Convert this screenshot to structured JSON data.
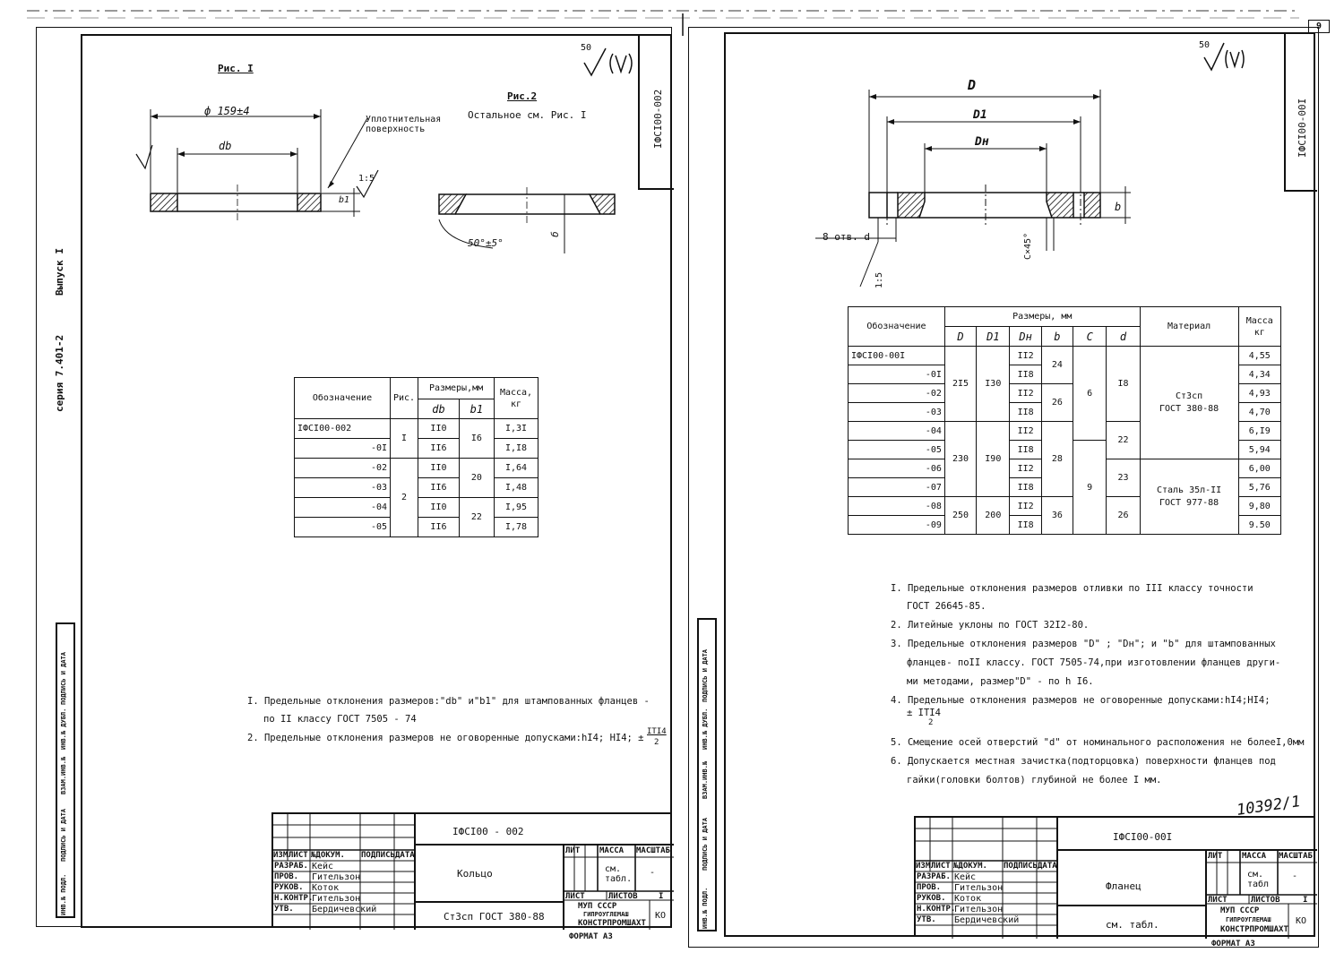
{
  "page_number": "9",
  "left_sheet": {
    "side_series": "серия 7.401-2",
    "side_issue": "Выпуск I",
    "doc_code_box": "IФСI00-002",
    "roughness": "50",
    "fig1_title": "Рис. I",
    "fig1_dim_outer": "ф 159±4",
    "fig1_dim_inner": "db",
    "fig1_dim_b": "b1",
    "fig1_note_surface": "Уплотнительная поверхность",
    "fig1_slope": "1:5",
    "fig2_title": "Рис.2",
    "fig2_subtitle": "Остальное см. Рис. I",
    "fig2_angle": "50°±5°",
    "fig2_b": "б",
    "table": {
      "h_designation": "Обозначение",
      "h_fig": "Рис.",
      "h_dims": "Размеры,мм",
      "h_db": "db",
      "h_b1": "b1",
      "h_mass": "Масса, кг",
      "rows": [
        {
          "des": "IФСI00-002",
          "db": "II0",
          "mass": "I,3I"
        },
        {
          "des": "-0I",
          "db": "II6",
          "mass": "I,I8"
        },
        {
          "des": "-02",
          "db": "II0",
          "mass": "I,64"
        },
        {
          "des": "-03",
          "db": "II6",
          "mass": "I,48"
        },
        {
          "des": "-04",
          "db": "II0",
          "mass": "I,95"
        },
        {
          "des": "-05",
          "db": "II6",
          "mass": "I,78"
        }
      ],
      "fig_groups": [
        "I",
        "2"
      ],
      "b1_groups": [
        "I6",
        "20",
        "22"
      ]
    },
    "notes": [
      "I. Предельные отклонения размеров:\"db\" и\"b1\" для штампованных фланцев -",
      "по II классу ГОСТ 7505 - 74",
      "2. Предельные отклонения размеров не оговоренные допусками:hI4; HI4; ±",
      "IТI4",
      "2"
    ],
    "stamp": {
      "doc": "IФСI00 - 002",
      "name": "Кольцо",
      "material": "Ст3сп ГОСТ 380-88",
      "h_change": "ИЗМ",
      "h_sheet": "ЛИСТ",
      "h_docno": "№ДОКУМ.",
      "h_sign": "ПОДПИСЬ",
      "h_date": "ДАТА",
      "roles": [
        "РАЗРАБ.",
        "ПРОВ.",
        "РУКОВ.",
        "Н.КОНТР.",
        "УТВ."
      ],
      "people": [
        "Кейс",
        "Гительзон",
        "Коток",
        "Гительзон",
        "Бердичевский"
      ],
      "h_lit": "ЛИТ",
      "h_mass": "МАССА",
      "h_scale": "МАСШТАБ",
      "mass_val": "см. табл.",
      "scale_val": "-",
      "sheet": "ЛИСТ",
      "sheets": "ЛИСТОВ",
      "sheets_val": "I",
      "org1": "МУП СССР",
      "org2": "ГИПРОУГЛЕМАШ",
      "org3": "КОНСТРПРОМШАХТ",
      "ko": "КО",
      "format": "ФОРМАТ А3"
    },
    "strip_labels": [
      "ИНВ.№ ПОДЛ.",
      "ПОДПИСЬ И ДАТА",
      "ВЗАМ.ИНВ.№",
      "ИНВ.№ ДУБЛ.",
      "ПОДПИСЬ И ДАТА"
    ]
  },
  "right_sheet": {
    "doc_code_box": "IФСI00-00I",
    "roughness": "50",
    "dim_D": "D",
    "dim_D1": "D1",
    "dim_Dn": "Dн",
    "dim_b": "b",
    "holes": "8 отв. d",
    "chamfer": "C×45°",
    "slope": "1:5",
    "table": {
      "h_designation": "Обозначение",
      "h_dims": "Размеры, мм",
      "h_D": "D",
      "h_D1": "D1",
      "h_Dn": "Dн",
      "h_b": "b",
      "h_C": "C",
      "h_d": "d",
      "h_material": "Материал",
      "h_mass": "Масса кг",
      "rows": [
        {
          "des": "IФСI00-00I",
          "Dn": "II2",
          "mass": "4,55"
        },
        {
          "des": "-0I",
          "Dn": "II8",
          "mass": "4,34"
        },
        {
          "des": "-02",
          "Dn": "II2",
          "mass": "4,93"
        },
        {
          "des": "-03",
          "Dn": "II8",
          "mass": "4,70"
        },
        {
          "des": "-04",
          "Dn": "II2",
          "mass": "6,I9"
        },
        {
          "des": "-05",
          "Dn": "II8",
          "mass": "5,94"
        },
        {
          "des": "-06",
          "Dn": "II2",
          "mass": "6,00"
        },
        {
          "des": "-07",
          "Dn": "II8",
          "mass": "5,76"
        },
        {
          "des": "-08",
          "Dn": "II2",
          "mass": "9,80"
        },
        {
          "des": "-09",
          "Dn": "II8",
          "mass": "9.50"
        }
      ],
      "D_groups": [
        "2I5",
        "230",
        "250"
      ],
      "D1_groups": [
        "I30",
        "I90",
        "200"
      ],
      "b_groups": [
        "24",
        "26",
        "28",
        "36"
      ],
      "C_groups": [
        "6",
        "9"
      ],
      "d_groups": [
        "I8",
        "22",
        "23",
        "26"
      ],
      "mat1": "Ст3сп",
      "mat1b": "ГОСТ 380-88",
      "mat2": "Сталь 35л-II",
      "mat2b": "ГОСТ 977-88"
    },
    "notes": [
      "I. Предельные отклонения размеров отливки по III классу точности",
      "ГОСТ 26645-85.",
      "2. Литейные уклоны по ГОСТ 32I2-80.",
      "3. Предельные отклонения размеров \"D\" ; \"Dн\"; и \"b\" для штампованных",
      "фланцев- поII классу. ГОСТ 7505-74,при изготовлении фланцев други-",
      "ми методами, размер\"D\" - по h I6.",
      "4. Предельные отклонения размеров не оговоренные допусками:hI4;HI4;",
      "± IТI4",
      "2",
      "5. Смещение осей отверстий \"d\" от номинального расположения не болееI,0мм",
      "6. Допускается местная зачистка(подторцовка) поверхности фланцев под",
      "гайки(головки болтов) глубиной не более I мм."
    ],
    "handwritten": "10392/1",
    "stamp": {
      "doc": "IФСI00-00I",
      "name": "Фланец",
      "material": "см. табл.",
      "h_change": "ИЗМ",
      "h_sheet": "ЛИСТ",
      "h_docno": "№ДОКУМ.",
      "h_sign": "ПОДПИСЬ",
      "h_date": "ДАТА",
      "roles": [
        "РАЗРАБ.",
        "ПРОВ.",
        "РУКОВ.",
        "Н.КОНТР.",
        "УТВ."
      ],
      "people": [
        "Кейс",
        "Гительзон",
        "Коток",
        "Гительзон",
        "Бердичевский"
      ],
      "h_lit": "ЛИТ",
      "h_mass": "МАССА",
      "h_scale": "МАСШТАБ",
      "mass_val": "см. табл",
      "scale_val": "-",
      "sheet": "ЛИСТ",
      "sheets": "ЛИСТОВ",
      "sheets_val": "I",
      "org1": "МУП СССР",
      "org2": "ГИПРОУГЛЕМАШ",
      "org3": "КОНСТРПРОМШАХТ",
      "ko": "КО",
      "format": "ФОРМАТ А3"
    },
    "strip_labels": [
      "ИНВ.№ ПОДЛ.",
      "ПОДПИСЬ И ДАТА",
      "ВЗАМ.ИНВ.№",
      "ИНВ.№ ДУБЛ.",
      "ПОДПИСЬ И ДАТА"
    ]
  }
}
